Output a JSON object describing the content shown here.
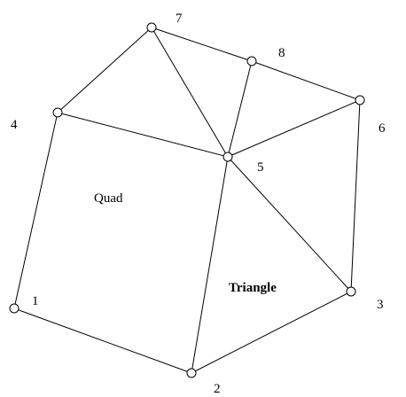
{
  "nodes": [
    {
      "id": "1",
      "label": "1"
    },
    {
      "id": "2",
      "label": "2"
    },
    {
      "id": "3",
      "label": "3"
    },
    {
      "id": "4",
      "label": "4"
    },
    {
      "id": "5",
      "label": "5"
    },
    {
      "id": "6",
      "label": "6"
    },
    {
      "id": "7",
      "label": "7"
    },
    {
      "id": "8",
      "label": "8"
    }
  ],
  "edges": [
    [
      "1",
      "4"
    ],
    [
      "1",
      "2"
    ],
    [
      "2",
      "3"
    ],
    [
      "3",
      "6"
    ],
    [
      "4",
      "7"
    ],
    [
      "7",
      "8"
    ],
    [
      "8",
      "6"
    ],
    [
      "4",
      "5"
    ],
    [
      "5",
      "2"
    ],
    [
      "5",
      "3"
    ],
    [
      "5",
      "7"
    ],
    [
      "5",
      "8"
    ],
    [
      "5",
      "6"
    ]
  ],
  "regions": {
    "quad": "Quad",
    "triangle": "Triangle"
  },
  "colors": {
    "line": "#000000",
    "node_fill": "#ffffff",
    "background": "#ffffff"
  }
}
